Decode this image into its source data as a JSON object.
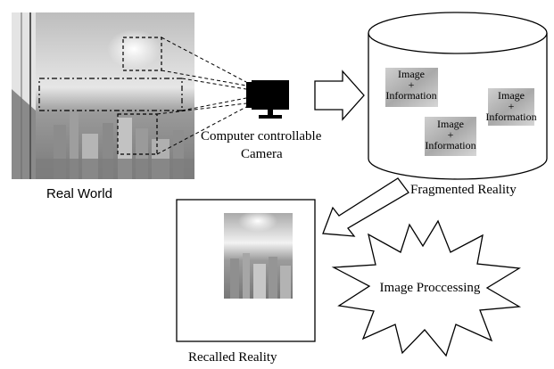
{
  "labels": {
    "real_world": "Real World",
    "camera_line1": "Computer controllable",
    "camera_line2": "Camera",
    "fragmented_reality": "Fragmented Reality",
    "recalled_reality": "Recalled Reality",
    "image_processing": "Image Proccessing"
  },
  "fragments": [
    {
      "line1": "Image",
      "line2": "+",
      "line3": "Information"
    },
    {
      "line1": "Image",
      "line2": "+",
      "line3": "Information"
    },
    {
      "line1": "Image",
      "line2": "+",
      "line3": "Information"
    }
  ],
  "colors": {
    "ink": "#000000",
    "photo_dark": "#6e6e6e",
    "photo_light": "#d8d8d8",
    "background": "#ffffff"
  },
  "icons": {
    "camera": "monitor-camera-icon",
    "arrow": "hollow-arrow-icon",
    "burst": "starburst-shape"
  }
}
